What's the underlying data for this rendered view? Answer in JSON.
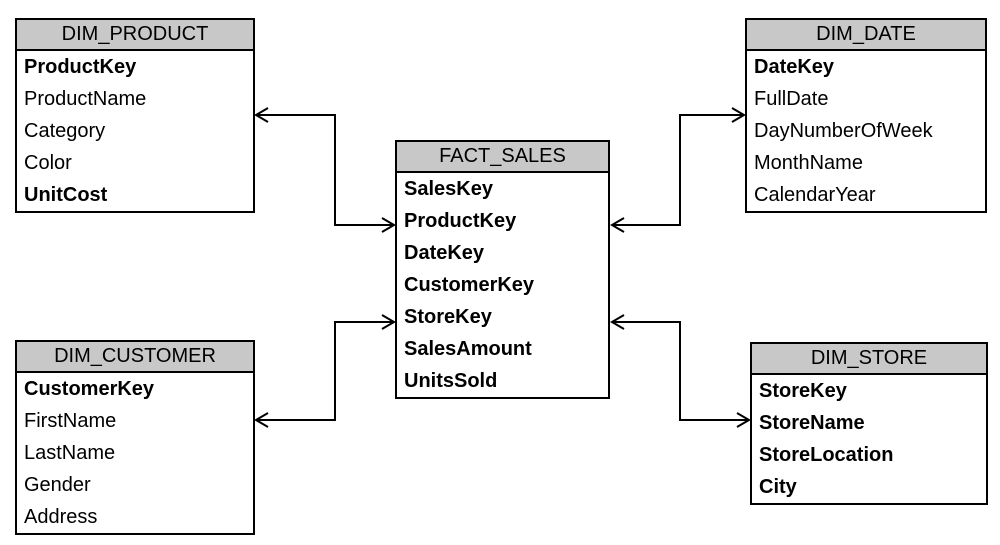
{
  "diagram": {
    "type": "star-schema",
    "colors": {
      "header_bg": "#c8c8c8",
      "border": "#000000",
      "background": "#ffffff"
    },
    "entities": {
      "fact_sales": {
        "title": "FACT_SALES",
        "fields": [
          {
            "name": "SalesKey",
            "bold": true
          },
          {
            "name": "ProductKey",
            "bold": true
          },
          {
            "name": "DateKey",
            "bold": true
          },
          {
            "name": "CustomerKey",
            "bold": true
          },
          {
            "name": "StoreKey",
            "bold": true
          },
          {
            "name": "SalesAmount",
            "bold": true
          },
          {
            "name": "UnitsSold",
            "bold": true
          }
        ]
      },
      "dim_product": {
        "title": "DIM_PRODUCT",
        "fields": [
          {
            "name": "ProductKey",
            "bold": true
          },
          {
            "name": "ProductName",
            "bold": false
          },
          {
            "name": "Category",
            "bold": false
          },
          {
            "name": "Color",
            "bold": false
          },
          {
            "name": "UnitCost",
            "bold": true
          }
        ]
      },
      "dim_date": {
        "title": "DIM_DATE",
        "fields": [
          {
            "name": "DateKey",
            "bold": true
          },
          {
            "name": "FullDate",
            "bold": false
          },
          {
            "name": "DayNumberOfWeek",
            "bold": false
          },
          {
            "name": "MonthName",
            "bold": false
          },
          {
            "name": "CalendarYear",
            "bold": false
          }
        ]
      },
      "dim_customer": {
        "title": "DIM_CUSTOMER",
        "fields": [
          {
            "name": "CustomerKey",
            "bold": true
          },
          {
            "name": "FirstName",
            "bold": false
          },
          {
            "name": "LastName",
            "bold": false
          },
          {
            "name": "Gender",
            "bold": false
          },
          {
            "name": "Address",
            "bold": false
          }
        ]
      },
      "dim_store": {
        "title": "DIM_STORE",
        "fields": [
          {
            "name": "StoreKey",
            "bold": true
          },
          {
            "name": "StoreName",
            "bold": true
          },
          {
            "name": "StoreLocation",
            "bold": true
          },
          {
            "name": "City",
            "bold": true
          }
        ]
      }
    },
    "relationships": [
      {
        "from": "DIM_PRODUCT",
        "to": "FACT_SALES"
      },
      {
        "from": "DIM_DATE",
        "to": "FACT_SALES"
      },
      {
        "from": "DIM_CUSTOMER",
        "to": "FACT_SALES"
      },
      {
        "from": "DIM_STORE",
        "to": "FACT_SALES"
      }
    ]
  }
}
